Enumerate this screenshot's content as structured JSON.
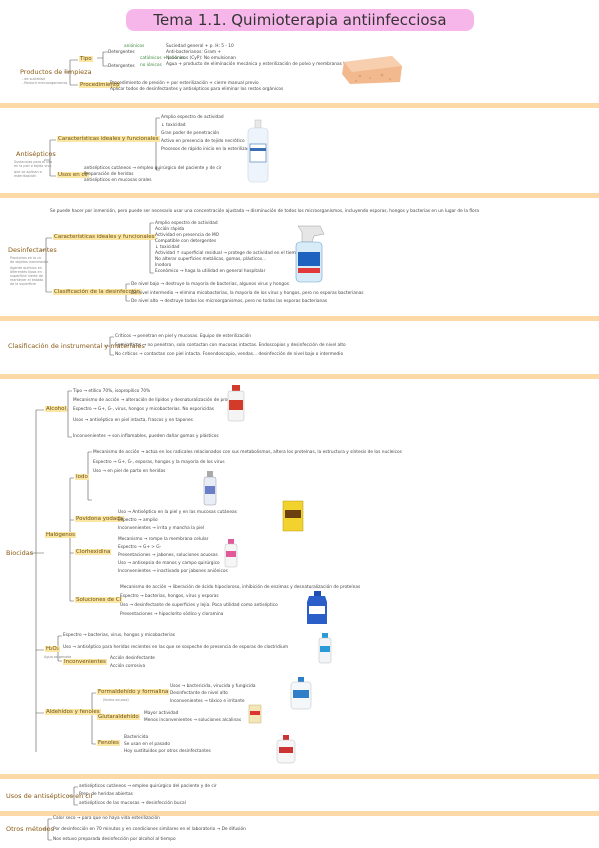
{
  "title": "Tema 1.1. Quimioterapia antiinfecciosa",
  "s1": {
    "main": "Productos de limpieza",
    "sub": [
      "- de suciedad",
      "- Reducir microorganismos"
    ],
    "tipo": "Tipo",
    "tipo_items": [
      "Detergentes",
      "Detergentes"
    ],
    "tipo_tags": [
      "aniónicos",
      "catiónicos + jabones",
      "no iónicos"
    ],
    "tipo_desc": [
      "Suciedad general + p. H: 5 - 10",
      "Anti-bacterianos: Gram +",
      "No iónicos (CyP): No emulsionan",
      "Agua + producto de eliminación mecánica y esterilización de polvo y membranas biológicas"
    ],
    "desc": "Procedimiento",
    "desc_items": [
      "Procedimiento de presión + por esterilización + cierre manual previo",
      "Aplicar todos de desinfectantes y antisépticos para eliminar los restos orgánicos"
    ]
  },
  "s2": {
    "main": "Antisépticos",
    "sub": [
      "Sustancias para el uso",
      "en la piel o tejido vivo",
      "que se aplican a",
      "esterilización"
    ],
    "carac": "Características ideales y funcionales",
    "carac_items": [
      "Amplio espectro de actividad",
      "↓ toxicidad",
      "Gran poder de penetración",
      "Activo en presencia de tejido necrótico",
      "Procesos de rápido inicio en la esterilización"
    ],
    "uso": "Usos en cir",
    "uso_items": [
      "antisépticos cutáneos → empleo quirúrgico del paciente y de cir",
      "Preparación de heridas",
      "antisépticos en mucosas orales"
    ]
  },
  "s3": {
    "intro": "Se puede hacer por inmersión, pero puede ser necesario usar una concentración ajustada → disminución de todos los microorganismos, incluyendo esporas, hongos y bacterias en un lugar de la flora",
    "main": "Desinfectantes",
    "sub": [
      "Productos en la cir",
      "de objetos inanimados",
      "Agente químico en",
      "diferentes tipos en",
      "superficie inerte de",
      "mantener el estado",
      "de la superficie"
    ],
    "carac": "Características ideales y funcionales",
    "carac_items": [
      "Amplio espectro de actividad",
      "Acción rápida",
      "Actividad en presencia de MO",
      "Compatible con detergentes",
      "↓ toxicidad",
      "Actividad ↑ superficial residual → protege de actividad en el tiempo",
      "No alterar superficies metálicas, gomas, plásticos...",
      "Inodoro",
      "Económico → haga la utilidad en general hospitalar"
    ],
    "clas": "Clasificación de la desinfección",
    "clas_items": [
      "De nivel bajo → destruye la mayoría de bacterias, algunos virus y hongos",
      "De nivel intermedio → elimina micobacterias, la mayoría de los virus y hongos, pero no esporas bacterianas",
      "De nivel alto → destruye todos los microorganismos, pero no todas las esporas bacterianas"
    ]
  },
  "s4": {
    "main": "Clasificación de instrumental y materiales",
    "items": [
      "Críticos → penetran en piel y mucosas. Equipo de esterilización",
      "Semicríticos → no penetran, solo contactan con mucosas intactas. Endoscopios y desinfección de nivel alto",
      "No críticos → contactan con piel intacta. Fonendoscopio, vendas... desinfección de nivel bajo o intermedio"
    ]
  },
  "s5": {
    "main": "Biocidas",
    "alcohol": "Alcohol",
    "alcohol_items": [
      "Tipo → etílico 70%, isopropílico 70%",
      "Mecanismo de acción → alteración de lípidos y desnaturalización de proteínas",
      "Espectro → G+, G-, virus, hongos y micobacterias. No esporicidas",
      "Usos → antiséptico en piel intacta, frascos y en tapones",
      "Inconvenientes → son inflamables, pueden dañar gomas y plásticos"
    ],
    "halog": "Halógenos",
    "iodo": "Iodo",
    "iodo_items": [
      "Mecanismo de acción → actúa en los radicales relacionados con sus metabolismos, altera los proteínas, la estructura y síntesis de los nucleicos",
      "Espectro → G+, G-, esporas, hongos y la mayoría de los virus",
      "Uso → en piel de parto en heridas"
    ],
    "povid": "Povidona yodada",
    "povid_items": [
      "Uso → Antiséptico en la piel y en las mucosas cutáneas",
      "Espectro → amplio",
      "Inconvenientes → irrita y mancha la piel"
    ],
    "clorhex": "Clorhexidina",
    "clorhex_items": [
      "Mecanismo → rompe la membrana celular",
      "Espectro → G+ > G-",
      "Presentaciones → jabones, soluciones acuosas",
      "Uso → antisepsia de manos y campo quirúrgico",
      "Inconvenientes → inactivado por jabones aniónicos"
    ],
    "solcl": "Soluciones de Cl",
    "solcl_items": [
      "Mecanismo de acción → liberación de ácido hipocloroso, inhibición de enzimas y desnaturalización de proteínas",
      "Espectro → bacterias, hongos, virus y esporas",
      "Uso → desinfectante de superficies y lejía. Poca utilidad como antiséptico",
      "Presentaciones → hipoclorito sódico y cloramina"
    ],
    "h2o2": "H₂O₂",
    "h2o2_sub": "Agua oxigenada",
    "h2o2_items": [
      "Espectro → bacterias, virus, hongos y micobacterias",
      "Uso → antiséptico para heridas recientes en las que se sospeche de presencia de esporas de clostridium"
    ],
    "h2o2_inc": "Inconvenientes",
    "h2o2_inc_items": [
      "Acción desinfectante",
      "Acción corrosiva"
    ],
    "ald": "Aldehídos y fenoles",
    "formal": "Formaldehído y formalina",
    "formal_sub": "(forma acuosa)",
    "formal_items": [
      "Usos → bactericida, virucida y fungicida",
      "Desinfectante de nivel alto",
      "Inconvenientes → tóxico e irritante"
    ],
    "gluta": "Glutaraldehído",
    "gluta_items": [
      "Mayor actividad",
      "Menos inconvenientes → soluciones alcalinas"
    ],
    "fenoles": "Fenoles",
    "fenoles_items": [
      "Bactericida",
      "Se usan en el pasado",
      "Hoy sustituidos por otros desinfectantes"
    ]
  },
  "s6": {
    "main": "Usos de antisépticos en cir",
    "items": [
      "antisépticos cutáneos → empleo quirúrgico del paciente y de cir",
      "Prep. de heridas abiertas",
      "antisépticos de las mucosas → desinfección bucal"
    ]
  },
  "s7": {
    "main": "Otros métodos",
    "items": [
      "Calor seco → para que no haya vida esterilización",
      "Por desinfección en 70 minutos y en condiciones similares en el laboratorio → De difusión",
      "Nos estuvo preparada desinfección por alcohol al tiempo"
    ]
  }
}
